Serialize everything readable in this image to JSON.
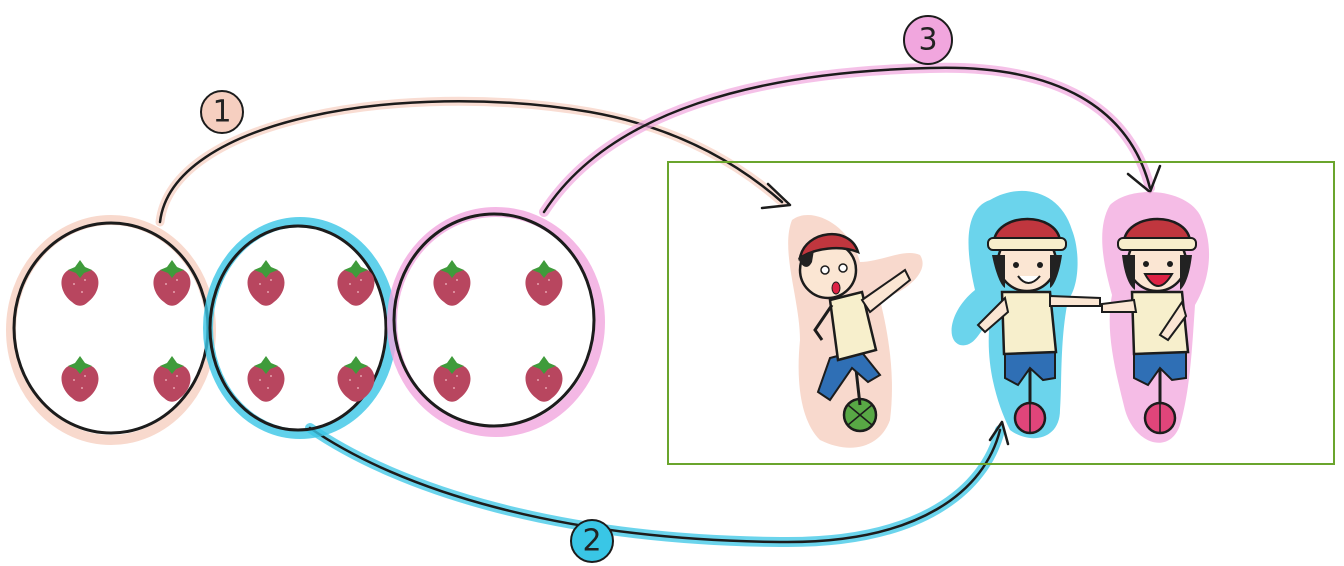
{
  "labels": {
    "step1": "1",
    "step2": "2",
    "step3": "3"
  },
  "colors": {
    "group1_highlight": "#f6cfc0",
    "group2_highlight": "#39c6e6",
    "group3_highlight": "#f1a6de",
    "outline": "#1c1c1c",
    "strawberry": "#b8465f",
    "leaf": "#3f9b3b",
    "box": "#6aa52d",
    "helmet": "#c0363e",
    "shirt": "#f7efcc",
    "shorts": "#2f6fb5",
    "skin": "#fbe6d3",
    "wheel_green": "#58a845",
    "wheel_pink": "#e0457a"
  },
  "diagram": {
    "strawberry_groups": [
      {
        "id": "group-1",
        "strawberries": 4,
        "highlight": "peach"
      },
      {
        "id": "group-2",
        "strawberries": 4,
        "highlight": "cyan"
      },
      {
        "id": "group-3",
        "strawberries": 4,
        "highlight": "pink"
      }
    ],
    "children_on_unicycles": [
      {
        "id": "child-boy",
        "wheel": "green",
        "highlight": "peach"
      },
      {
        "id": "child-girl-smiling",
        "wheel": "pink",
        "highlight": "cyan"
      },
      {
        "id": "child-girl-laughing",
        "wheel": "pink",
        "highlight": "pink"
      }
    ],
    "arrows": [
      {
        "label": "1",
        "from": "group-1",
        "to": "child-boy"
      },
      {
        "label": "2",
        "from": "group-2",
        "to": "child-girl-smiling"
      },
      {
        "label": "3",
        "from": "group-3",
        "to": "child-girl-laughing"
      }
    ]
  }
}
